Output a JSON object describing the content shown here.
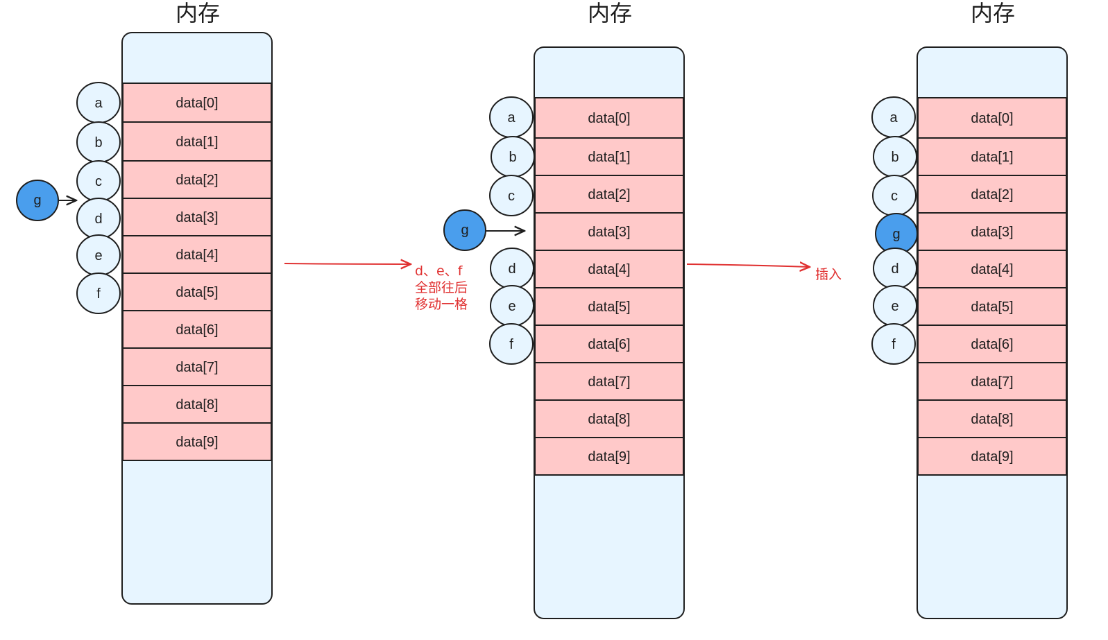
{
  "colors": {
    "memory_fill": "#e7f5ff",
    "cell_fill": "#ffc9c9",
    "node_fill": "#e7f5ff",
    "new_node_fill": "#4a9eed",
    "stroke": "#1e1e1e",
    "arrow_red": "#e03131"
  },
  "panels": [
    {
      "title": "内存",
      "cells": [
        "data[0]",
        "data[1]",
        "data[2]",
        "data[3]",
        "data[4]",
        "data[5]",
        "data[6]",
        "data[7]",
        "data[8]",
        "data[9]"
      ],
      "nodes": [
        "a",
        "b",
        "c",
        "d",
        "e",
        "f"
      ],
      "new_node": "g"
    },
    {
      "title": "内存",
      "cells": [
        "data[0]",
        "data[1]",
        "data[2]",
        "data[3]",
        "data[4]",
        "data[5]",
        "data[6]",
        "data[7]",
        "data[8]",
        "data[9]"
      ],
      "nodes": [
        "a",
        "b",
        "c",
        "d",
        "e",
        "f"
      ],
      "new_node": "g"
    },
    {
      "title": "内存",
      "cells": [
        "data[0]",
        "data[1]",
        "data[2]",
        "data[3]",
        "data[4]",
        "data[5]",
        "data[6]",
        "data[7]",
        "data[8]",
        "data[9]"
      ],
      "nodes": [
        "a",
        "b",
        "c",
        "g",
        "d",
        "e",
        "f"
      ],
      "new_node": "g"
    }
  ],
  "transitions": [
    {
      "lines": [
        "d、e、f",
        "全部往后",
        "移动一格"
      ]
    },
    {
      "lines": [
        "插入"
      ]
    }
  ]
}
